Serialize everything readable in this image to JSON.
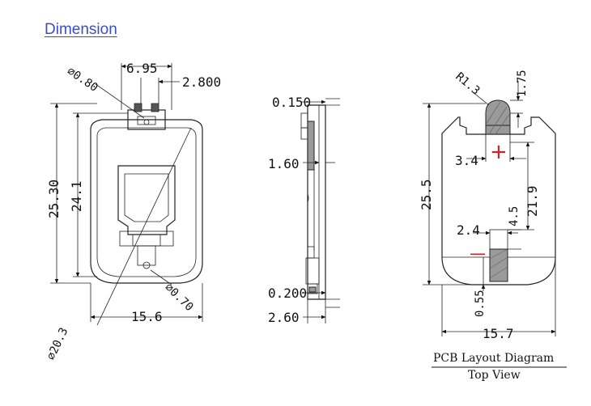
{
  "page": {
    "heading": "Dimension"
  },
  "front_view": {
    "dims": {
      "hole_dia": "∅0.80",
      "top_width": "6.95",
      "tab_width": "2.800",
      "height_outer": "25.30",
      "height_inner": "24.1",
      "width_bottom": "15.6",
      "contact_dia": "∅0.70",
      "diameter": "∅20.3"
    }
  },
  "side_view": {
    "dims": {
      "top_thickness": "0.150",
      "body_thickness": "1.60",
      "bottom_thickness": "0.200",
      "total_thickness": "2.60"
    }
  },
  "pcb_view": {
    "dims": {
      "radius": "R1.3",
      "tab_height": "1.75",
      "pad_width": "3.4",
      "height": "25.5",
      "pad_offset": "21.9",
      "neg_pad_width": "2.4",
      "neg_pad_height": "4.5",
      "bottom_gap": "0.55",
      "width": "15.7"
    },
    "polarity": {
      "positive": "+",
      "negative": "—"
    },
    "polarity_color": "#d42020",
    "caption": {
      "title": "PCB Layout Diagram",
      "subtitle": "Top View"
    }
  }
}
